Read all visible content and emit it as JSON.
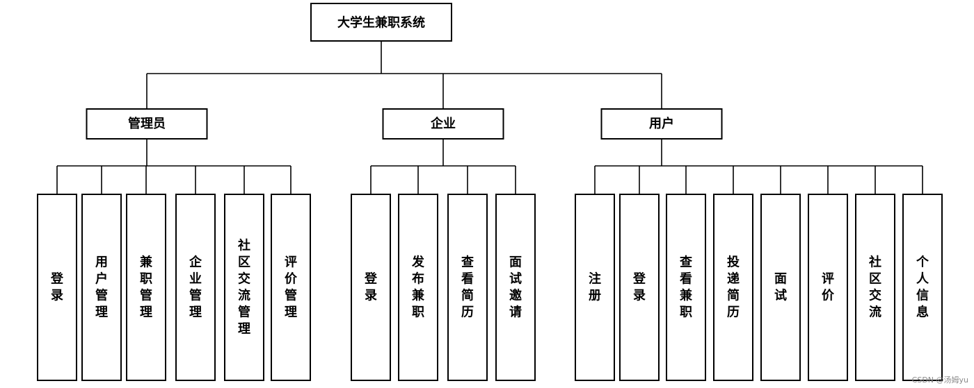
{
  "diagram": {
    "root": "大学生兼职系统",
    "groups": [
      {
        "label": "管理员",
        "children": [
          "登录",
          "用户管理",
          "兼职管理",
          "企业管理",
          "社区交流管理",
          "评价管理"
        ]
      },
      {
        "label": "企业",
        "children": [
          "登录",
          "发布兼职",
          "查看简历",
          "面试邀请"
        ]
      },
      {
        "label": "用户",
        "children": [
          "注册",
          "登录",
          "查看兼职",
          "投递简历",
          "面试",
          "评价",
          "社区交流",
          "个人信息"
        ]
      }
    ]
  },
  "watermark": "CSDN @汤姆yu"
}
